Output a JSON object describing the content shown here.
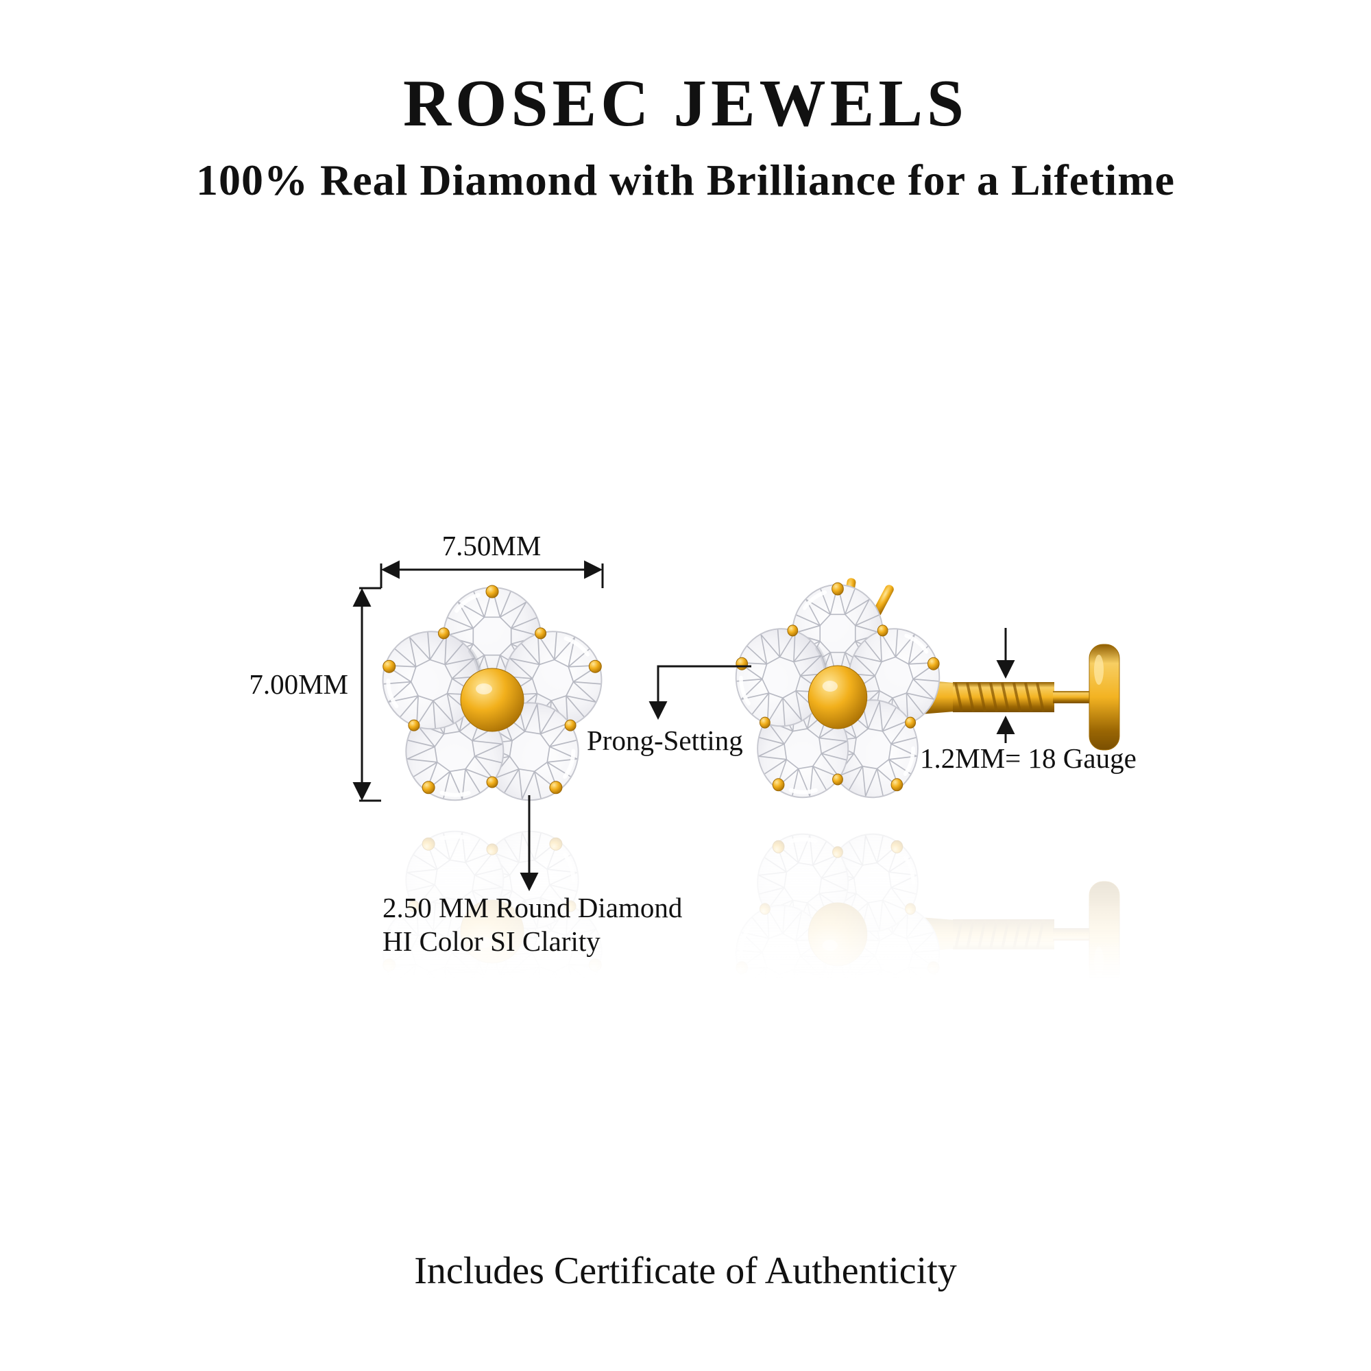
{
  "header": {
    "brand": "ROSEC JEWELS",
    "tagline": "100% Real Diamond with Brilliance for a Lifetime"
  },
  "dimensions": {
    "width_label": "7.50MM",
    "height_label": "7.00MM"
  },
  "callouts": {
    "prong_setting": "Prong-Setting",
    "gauge": "1.2MM= 18 Gauge",
    "diamond_spec_line1": "2.50 MM Round Diamond",
    "diamond_spec_line2": "HI Color SI Clarity"
  },
  "footer": {
    "certificate_note": "Includes Certificate of Authenticity"
  },
  "colors": {
    "gold": "#F2B01C",
    "gold_light": "#FFE79A",
    "gold_dark": "#A26A02",
    "diamond_white": "#F4F4F7",
    "facet_line": "#B4B6C0",
    "text": "#111111",
    "background": "#FFFFFF"
  }
}
